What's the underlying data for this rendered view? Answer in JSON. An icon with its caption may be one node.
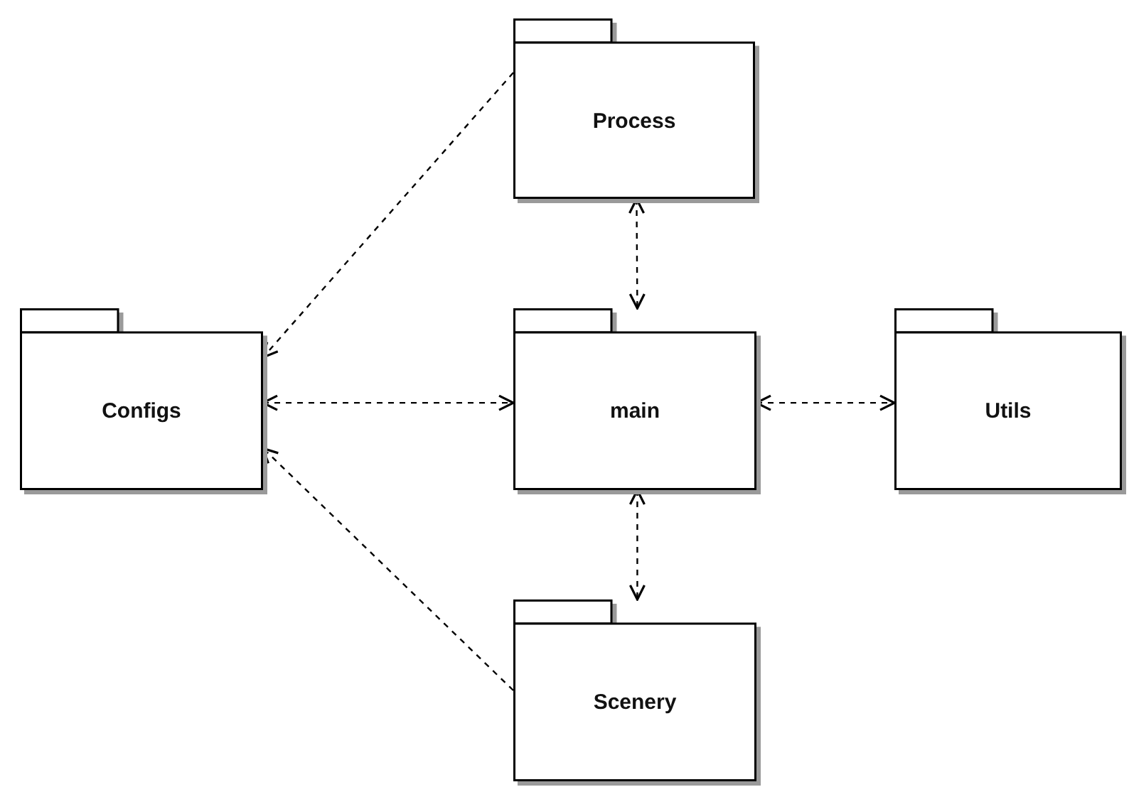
{
  "diagram": {
    "nodes": [
      {
        "text": [
          "Process"
        ]
      },
      {
        "text": [
          "Configs"
        ]
      },
      {
        "text": [
          "main"
        ]
      },
      {
        "text": [
          "Utils"
        ]
      },
      {
        "text": [
          "Scenery"
        ]
      }
    ],
    "edges": [
      {
        "from": 0,
        "to": 1,
        "arrow": "to",
        "style": "dashed"
      },
      {
        "from": 0,
        "to": 2,
        "arrow": "both",
        "style": "dashed"
      },
      {
        "from": 1,
        "to": 2,
        "arrow": "both",
        "style": "dashed"
      },
      {
        "from": 2,
        "to": 3,
        "arrow": "both",
        "style": "dashed"
      },
      {
        "from": 2,
        "to": 4,
        "arrow": "both",
        "style": "dashed"
      },
      {
        "from": 4,
        "to": 1,
        "arrow": "to",
        "style": "dashed"
      }
    ]
  }
}
